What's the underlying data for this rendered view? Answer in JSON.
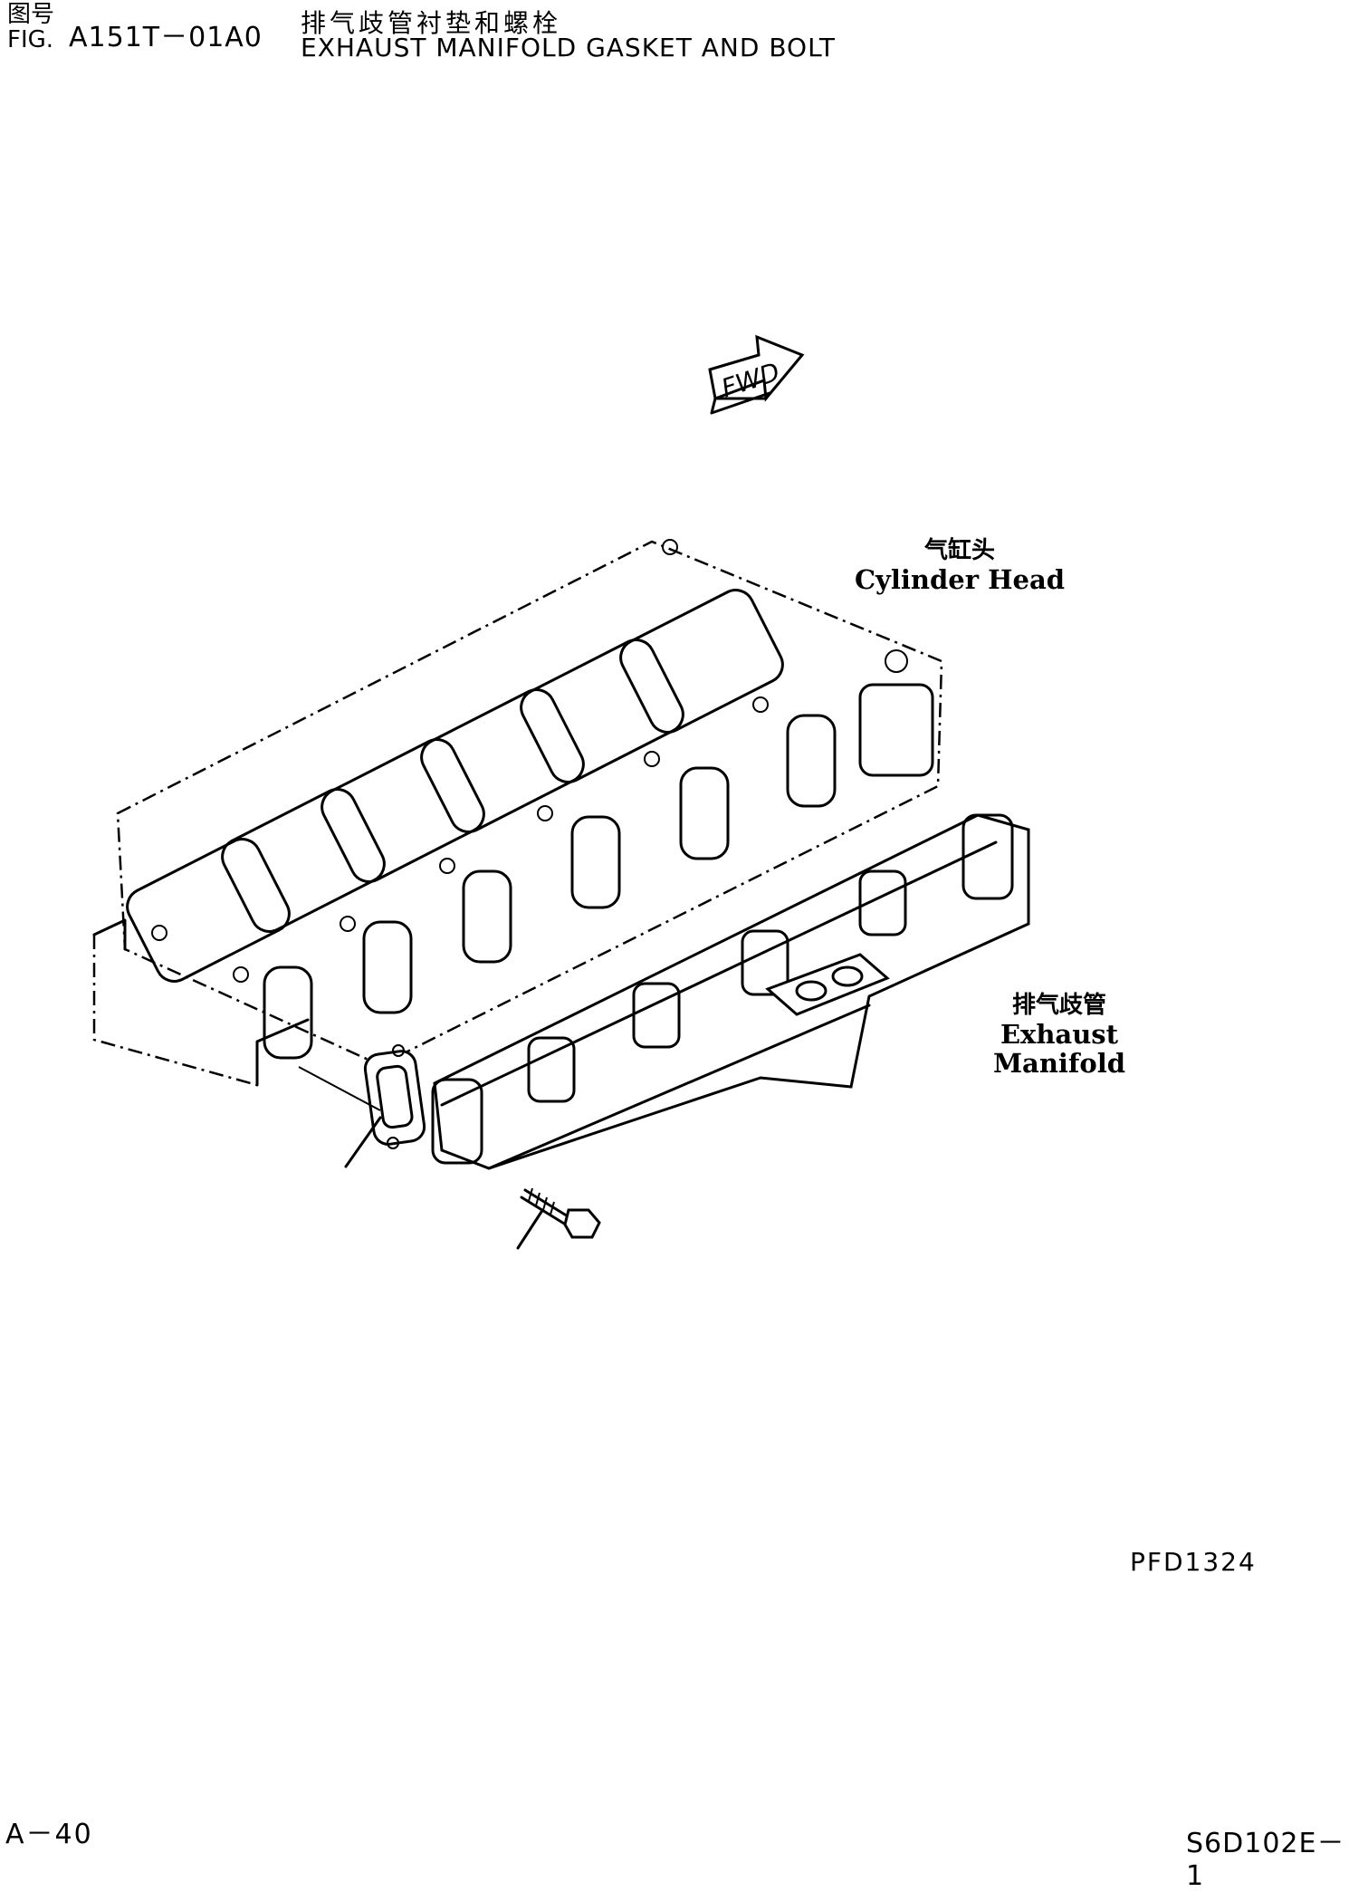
{
  "header": {
    "fig_label_cn": "图号",
    "fig_label_en": "FIG.",
    "fig_number": "A151T－01A0",
    "title_cn": "排气歧管衬垫和螺栓",
    "title_en": "EXHAUST MANIFOLD  GASKET AND BOLT"
  },
  "arrow": {
    "text": "FWD"
  },
  "labels": {
    "cylinder_head_cn": "气缸头",
    "cylinder_head_en": "Cylinder Head",
    "exhaust_manifold_cn": "排气歧管",
    "exhaust_manifold_en": "Exhaust Manifold"
  },
  "ref_code": "PFD1324",
  "footer": {
    "page": "A－40",
    "model": "S6D102E－1"
  }
}
